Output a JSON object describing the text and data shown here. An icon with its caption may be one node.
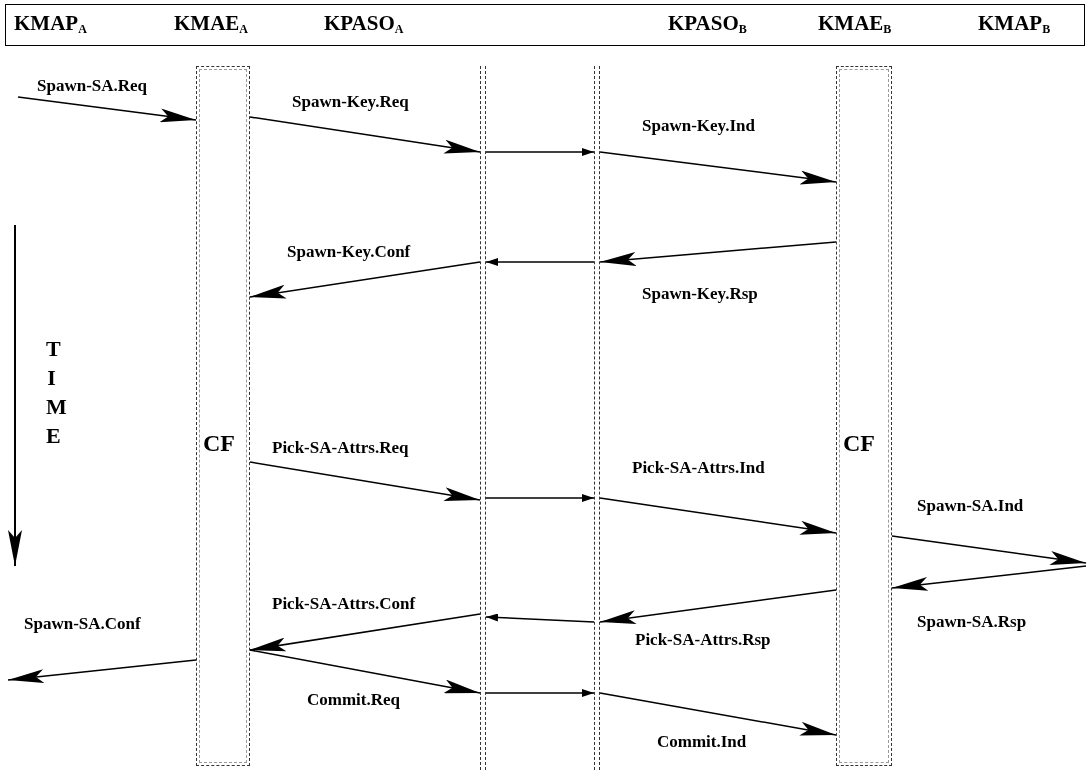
{
  "diagram": {
    "nodes": [
      {
        "text": [
          "KMAP$_{A}$",
          "KMAE$_{A}$",
          "KPASO$_{A}$",
          "KPASO$_{B}$",
          "KMAE$_{B}$",
          "KMAP$_{B}$"
        ]
      },
      {
        "text": [
          "CF"
        ]
      },
      {
        "text": [],
        "shape": "bar"
      },
      {
        "text": [],
        "shape": "bar"
      },
      {
        "text": [
          "CF"
        ]
      }
    ],
    "edges": [
      {
        "from": null,
        "to": 1,
        "arrow": "to",
        "label": "Spawn-SA.Req"
      },
      {
        "from": 1,
        "to": 2,
        "arrow": "to",
        "label": "Spawn-Key.Req"
      },
      {
        "from": 2,
        "to": 3,
        "arrow": "to"
      },
      {
        "from": 3,
        "to": 4,
        "arrow": "to",
        "label": "Spawn-Key.Ind"
      },
      {
        "from": 4,
        "to": 3,
        "arrow": "to",
        "label": "Spawn-Key.Rsp"
      },
      {
        "from": 3,
        "to": 2,
        "arrow": "to"
      },
      {
        "from": 2,
        "to": 1,
        "arrow": "to",
        "label": "Spawn-Key.Conf"
      },
      {
        "from": 1,
        "to": 2,
        "arrow": "to",
        "label": "Pick-SA-Attrs.Req"
      },
      {
        "from": 2,
        "to": 3,
        "arrow": "to"
      },
      {
        "from": 3,
        "to": 4,
        "arrow": "to",
        "label": "Pick-SA-Attrs.Ind"
      },
      {
        "from": 4,
        "to": null,
        "arrow": "to",
        "label": "Spawn-SA.Ind"
      },
      {
        "from": null,
        "to": 4,
        "arrow": "to",
        "label": "Spawn-SA.Rsp"
      },
      {
        "from": 4,
        "to": 3,
        "arrow": "to",
        "label": "Pick-SA-Attrs.Rsp"
      },
      {
        "from": 3,
        "to": 2,
        "arrow": "to"
      },
      {
        "from": 2,
        "to": 1,
        "arrow": "to",
        "label": "Pick-SA-Attrs.Conf"
      },
      {
        "from": 1,
        "to": null,
        "arrow": "to",
        "label": "Spawn-SA.Conf"
      },
      {
        "from": 1,
        "to": 2,
        "arrow": "to",
        "label": "Commit.Req"
      },
      {
        "from": 2,
        "to": 3,
        "arrow": "to"
      },
      {
        "from": 3,
        "to": 4,
        "arrow": "to",
        "label": "Commit.Ind"
      }
    ],
    "labels": [
      "TIME"
    ]
  }
}
